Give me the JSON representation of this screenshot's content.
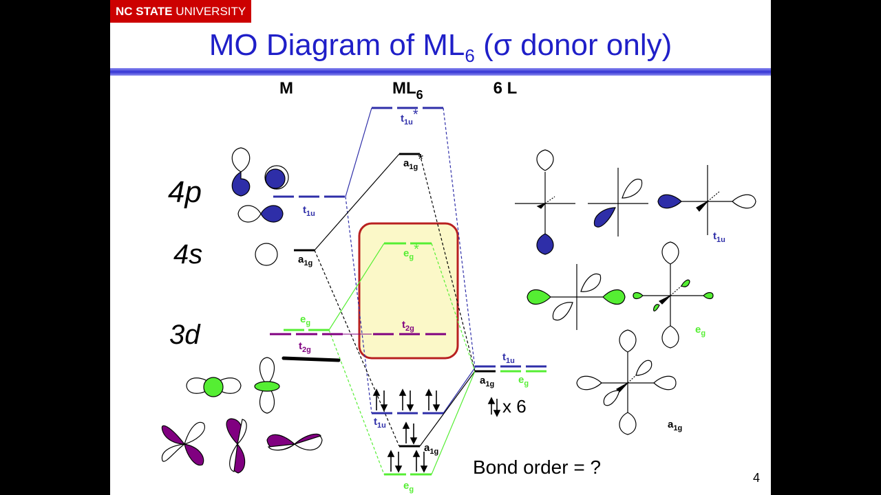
{
  "header": {
    "logo_bold": "NC STATE",
    "logo_light": " UNIVERSITY",
    "title_main": "MO Diagram of ML",
    "title_sub": "6",
    "title_rest": " (σ donor only)"
  },
  "columns": {
    "metal": "M",
    "complex": "ML",
    "complex_sub": "6",
    "ligands": "6 L"
  },
  "handwritten_labels": {
    "p4": "4p",
    "s4": "4s",
    "d3": "3d"
  },
  "levels": {
    "t1u_metal": {
      "main": "t",
      "sub": "1u"
    },
    "a1g_metal": {
      "main": "a",
      "sub": "1g"
    },
    "eg_metal": {
      "main": "e",
      "sub": "g"
    },
    "t2g_metal": {
      "main": "t",
      "sub": "2g"
    },
    "t1u_star": {
      "main": "t",
      "sub": "1u",
      "sup": "*"
    },
    "a1g_star": {
      "main": "a",
      "sub": "1g",
      "sup": "*"
    },
    "eg_star": {
      "main": "e",
      "sub": "g",
      "sup": "*"
    },
    "t2g_complex": {
      "main": "t",
      "sub": "2g"
    },
    "t1u_bond": {
      "main": "t",
      "sub": "1u"
    },
    "a1g_bond": {
      "main": "a",
      "sub": "1g"
    },
    "eg_bond": {
      "main": "e",
      "sub": "g"
    },
    "t1u_lig": {
      "main": "t",
      "sub": "1u"
    },
    "a1g_lig": {
      "main": "a",
      "sub": "1g"
    },
    "eg_lig": {
      "main": "e",
      "sub": "g"
    }
  },
  "electron_count": "x 6",
  "bond_order": "Bond order = ?",
  "salc_labels": {
    "t1u": {
      "main": "t",
      "sub": "1u"
    },
    "eg": {
      "main": "e",
      "sub": "g"
    },
    "a1g": {
      "main": "a",
      "sub": "1g"
    }
  },
  "page_number": "4",
  "colors": {
    "brand_red": "#cc0000",
    "title_blue": "#1f1fc8",
    "t1u": "#2e2ea8",
    "eg": "#55ee33",
    "t2g": "#800080",
    "a1g": "#000000",
    "highlight_fill": "#fbf8c8",
    "highlight_border": "#b82020"
  }
}
